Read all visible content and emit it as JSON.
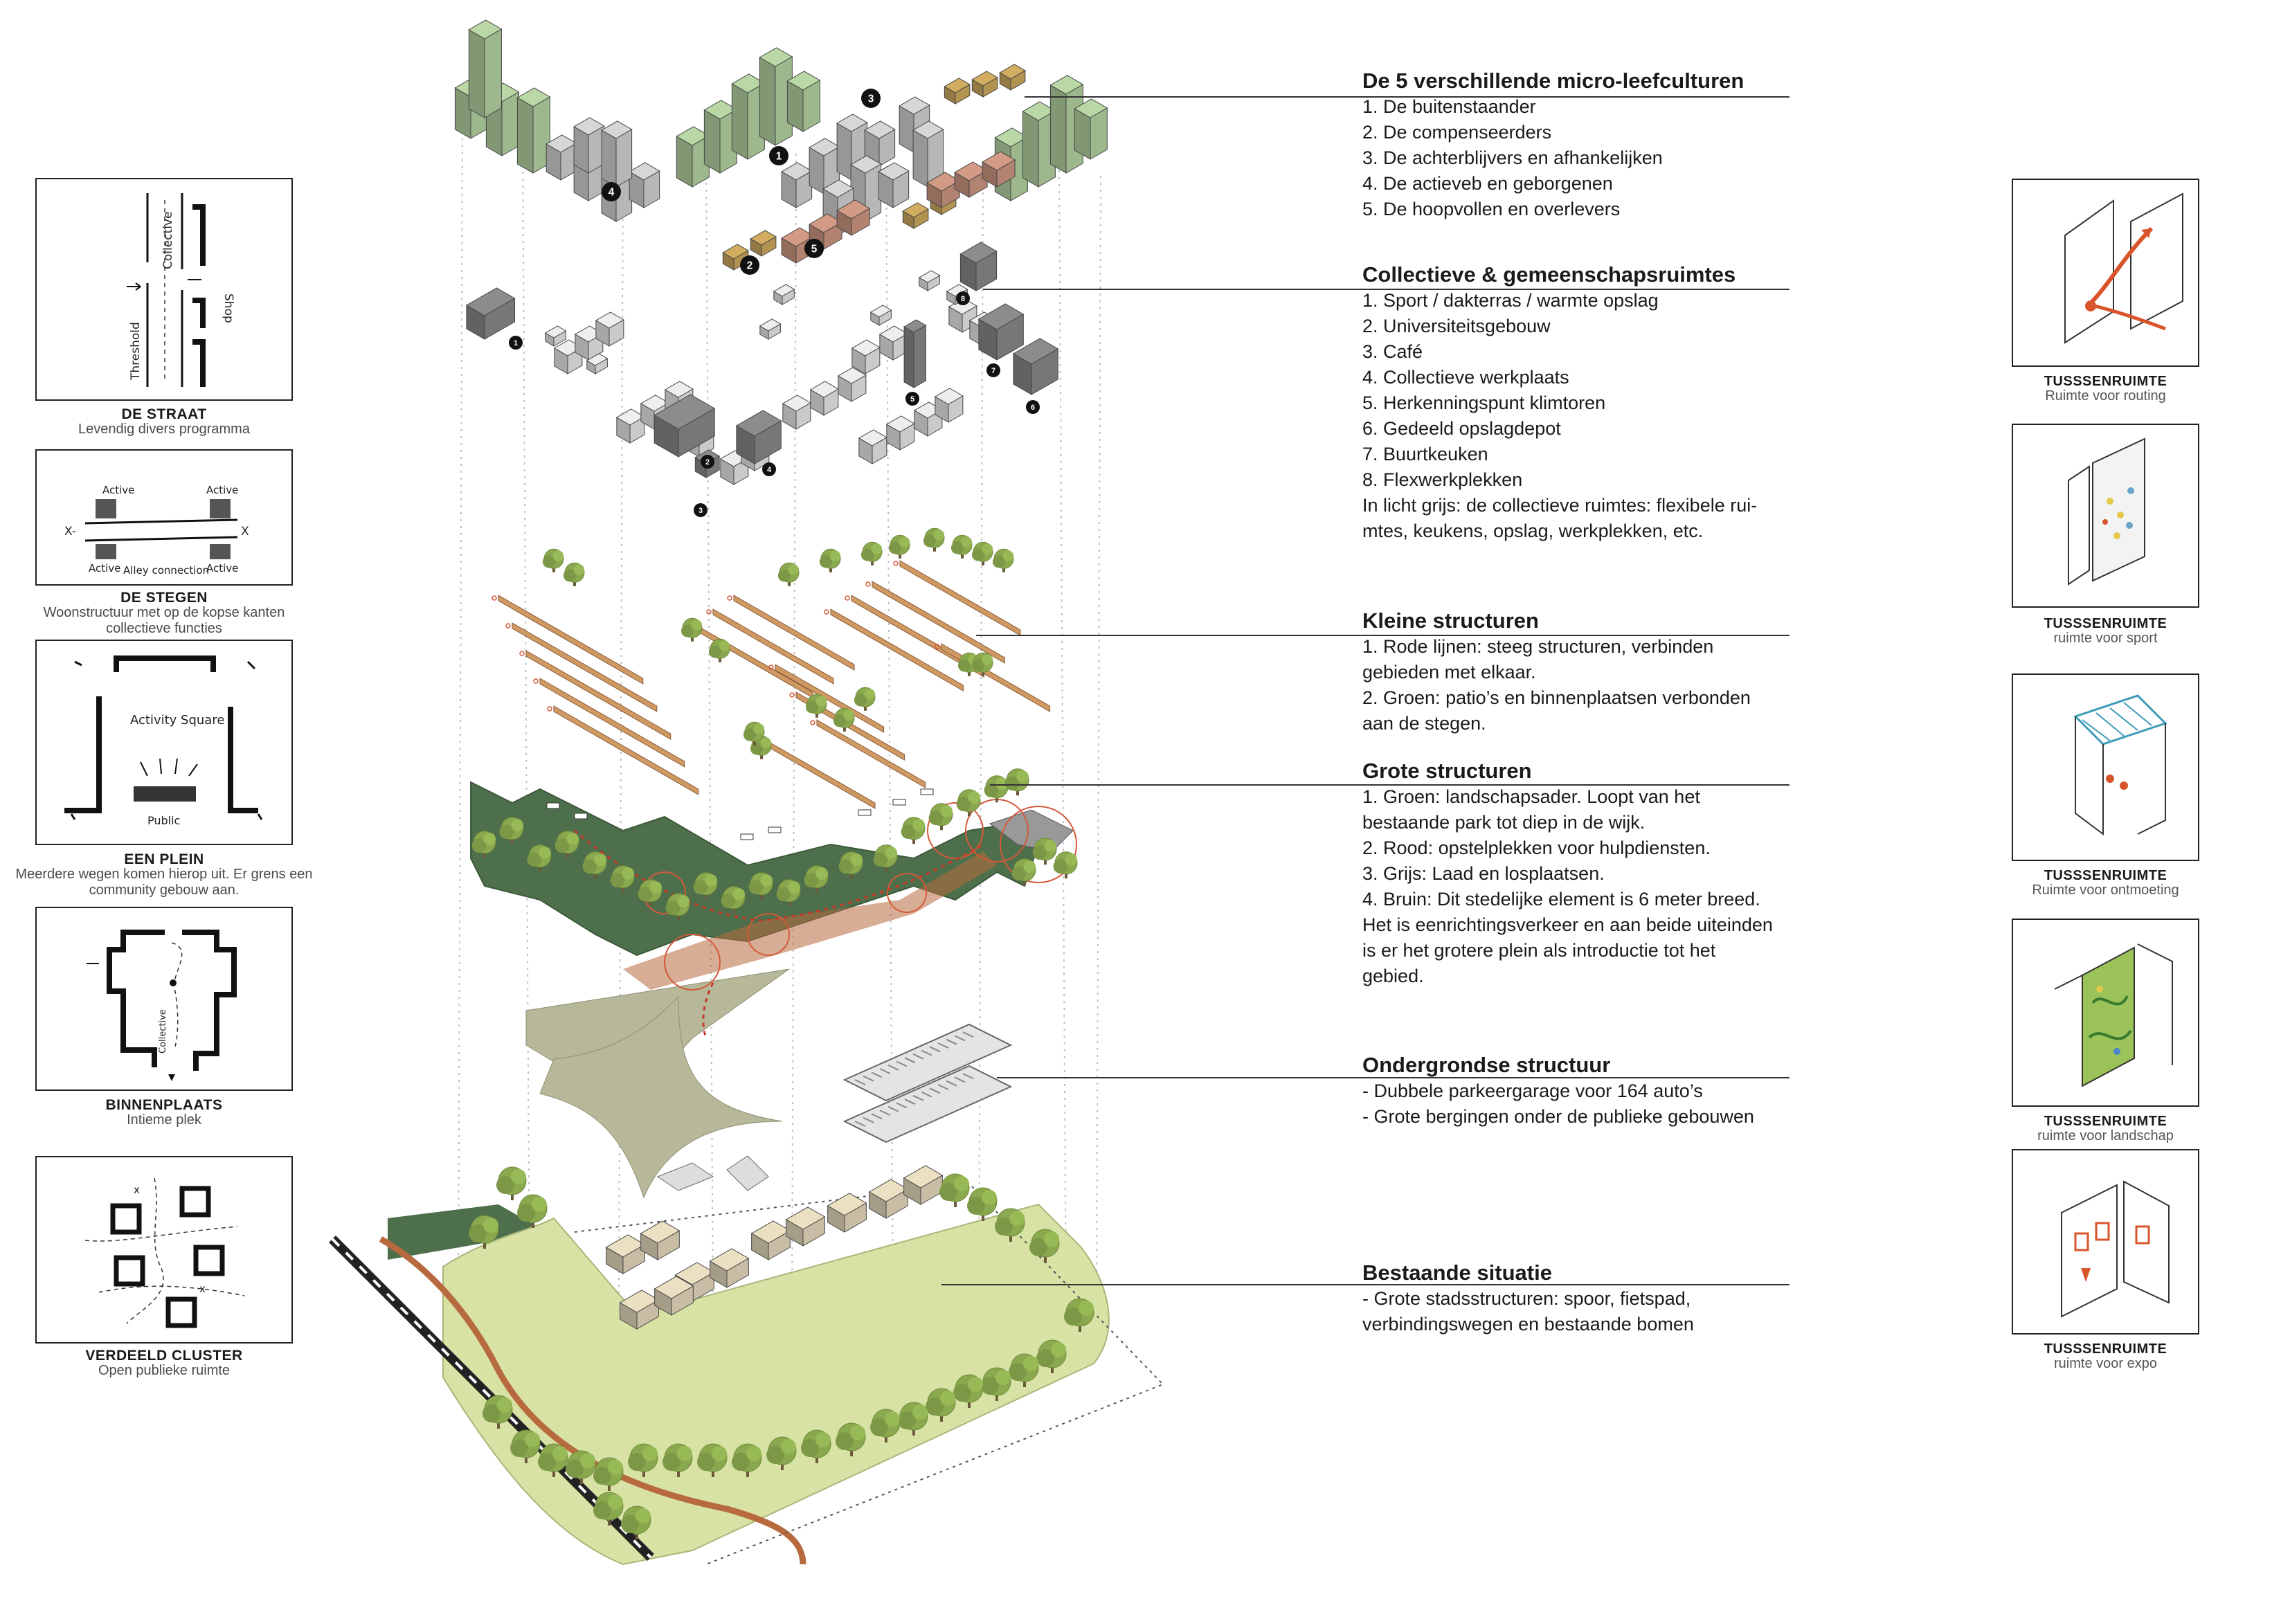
{
  "left_sketches": [
    {
      "title": "DE STRAAT",
      "subtitle": "Levendig divers programma",
      "scrawl": [
        "Collective",
        "Shop",
        "Threshold"
      ]
    },
    {
      "title": "DE STEGEN",
      "subtitle": "Woonstructuur met op de kopse kanten collectieve functies",
      "scrawl": [
        "Active",
        "Active",
        "Active",
        "Active",
        "Alley connection"
      ]
    },
    {
      "title": "EEN PLEIN",
      "subtitle": "Meerdere wegen komen hierop uit. Er grens een community gebouw aan.",
      "scrawl": [
        "Activity Square",
        "Public"
      ]
    },
    {
      "title": "BINNENPLAATS",
      "subtitle": "Intieme plek",
      "scrawl": [
        "Collective"
      ]
    },
    {
      "title": "VERDEELD CLUSTER",
      "subtitle": "Open publieke ruimte",
      "scrawl": []
    }
  ],
  "right_sketches": [
    {
      "title": "TUSSSENRUIMTE",
      "subtitle": "Ruimte voor routing"
    },
    {
      "title": "TUSSSENRUIMTE",
      "subtitle": "ruimte voor sport"
    },
    {
      "title": "TUSSSENRUIMTE",
      "subtitle": "Ruimte voor ontmoeting"
    },
    {
      "title": "TUSSSENRUIMTE",
      "subtitle": "ruimte voor landschap"
    },
    {
      "title": "TUSSSENRUIMTE",
      "subtitle": "ruimte voor expo"
    }
  ],
  "sections": [
    {
      "heading": "De 5 verschillende micro-leefculturen",
      "lines": [
        "1. De buitenstaander",
        "2. De compenseerders",
        "3. De achterblijvers en afhankelijken",
        "4. De actieveb en geborgenen",
        "5. De hoopvollen en overlevers"
      ]
    },
    {
      "heading": "Collectieve & gemeenschapsruimtes",
      "lines": [
        "1. Sport / dakterras / warmte opslag",
        "2. Universiteitsgebouw",
        "3. Café",
        "4. Collectieve werkplaats",
        "5. Herkenningspunt klimtoren",
        "6. Gedeeld opslagdepot",
        "7. Buurtkeuken",
        "8. Flexwerkplekken",
        "In licht grijs: de collectieve ruimtes: flexibele rui-",
        "mtes, keukens, opslag, werkplekken, etc."
      ]
    },
    {
      "heading": "Kleine structuren",
      "lines": [
        "1. Rode lijnen: steeg structuren, verbinden",
        "gebieden met elkaar.",
        "2. Groen: patio’s en binnenplaatsen verbonden",
        "aan de stegen."
      ]
    },
    {
      "heading": "Grote structuren",
      "lines": [
        "1. Groen: landschapsader. Loopt van het",
        "bestaande park tot diep in de wijk.",
        "2. Rood: opstelplekken voor hulpdiensten.",
        "3. Grijs: Laad en losplaatsen.",
        "4. Bruin: Dit stedelijke element is 6 meter breed.",
        "Het is eenrichtingsverkeer en aan beide uiteinden",
        "is er het grotere plein als introductie tot het",
        "gebied."
      ]
    },
    {
      "heading": "Ondergrondse structuur",
      "lines": [
        "-  Dubbele parkeergarage voor 164 auto’s",
        "- Grote bergingen onder de publieke gebouwen"
      ]
    },
    {
      "heading": "Bestaande situatie",
      "lines": [
        "- Grote stadsstructuren: spoor, fietspad,",
        "verbindingswegen en bestaande bomen"
      ]
    }
  ],
  "markers": {
    "cultures": [
      "1",
      "2",
      "3",
      "4",
      "5"
    ],
    "collective": [
      "1",
      "2",
      "3",
      "4",
      "5",
      "6",
      "7",
      "8"
    ]
  },
  "colors": {
    "green_blocks": "#b9d8a6",
    "grey_blocks": "#d7d7d7",
    "ochre_blocks": "#d2ad5f",
    "brick_blocks": "#d39a85",
    "dark_buildings": "#8c8c8c",
    "landscape_green": "#4e6f4b",
    "lawn": "#d7e2a4",
    "path_brown": "#b86a3f",
    "plaza": "#b7b89a",
    "tree": "#8aa94e"
  }
}
